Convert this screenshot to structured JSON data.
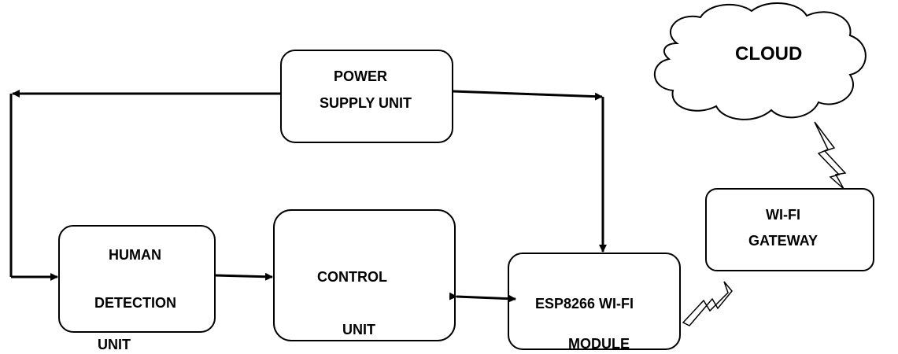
{
  "blocks": {
    "power": {
      "line1": "POWER",
      "line2": "SUPPLY UNIT"
    },
    "human": {
      "line1": "HUMAN",
      "line2": "DETECTION",
      "line3": "UNIT"
    },
    "control": {
      "line1": "CONTROL",
      "line2": "UNIT"
    },
    "esp": {
      "line1": "ESP8266 WI-FI",
      "line2": "MODULE"
    },
    "gateway": {
      "line1": "WI-FI",
      "line2": "GATEWAY"
    },
    "cloud": {
      "label": "CLOUD"
    }
  },
  "colors": {
    "stroke": "#000000",
    "fill": "#ffffff"
  }
}
